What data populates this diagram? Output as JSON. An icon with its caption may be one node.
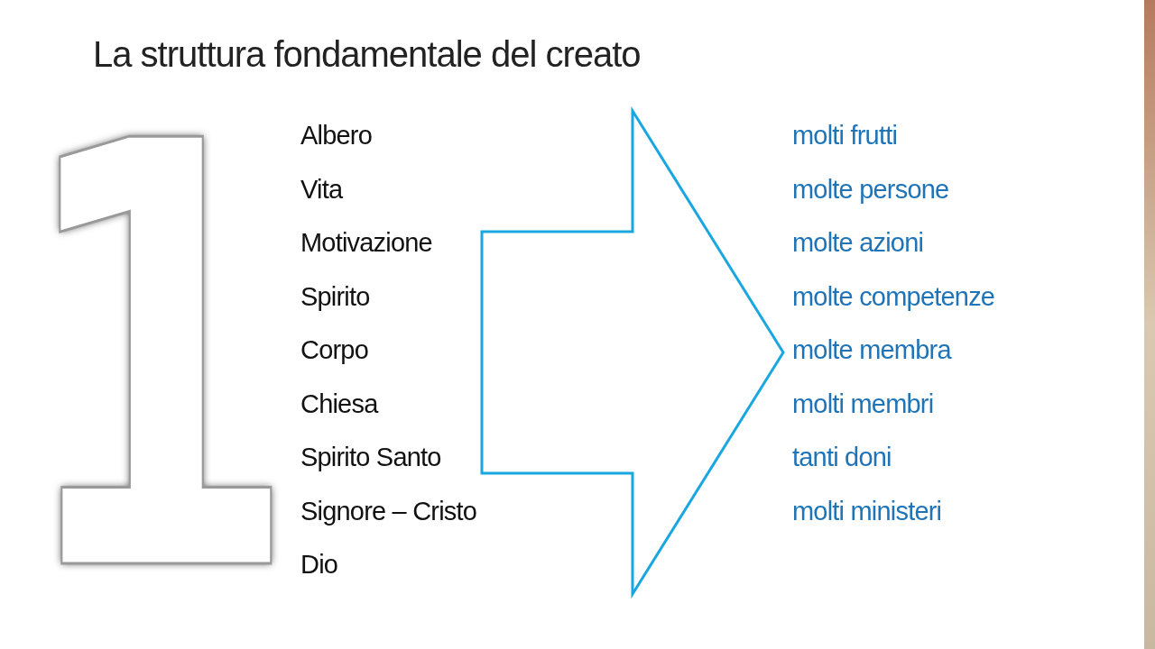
{
  "diagram": {
    "title": "La struttura fondamentale del creato",
    "nodes": [
      {
        "text": [
          "Albero",
          "Vita",
          "Motivazione",
          "Spirito",
          "Corpo",
          "Chiesa",
          "Spirito Santo",
          "Signore – Cristo",
          "Dio"
        ]
      },
      {
        "text": [
          "molti frutti",
          "molte persone",
          "molte azioni",
          "molte competenze",
          "molte membra",
          "molti membri",
          "tanti doni",
          "molti ministeri"
        ]
      }
    ],
    "edges": [
      {
        "from": 0,
        "to": 1,
        "arrow": "to"
      }
    ],
    "labels": [
      "1"
    ]
  }
}
